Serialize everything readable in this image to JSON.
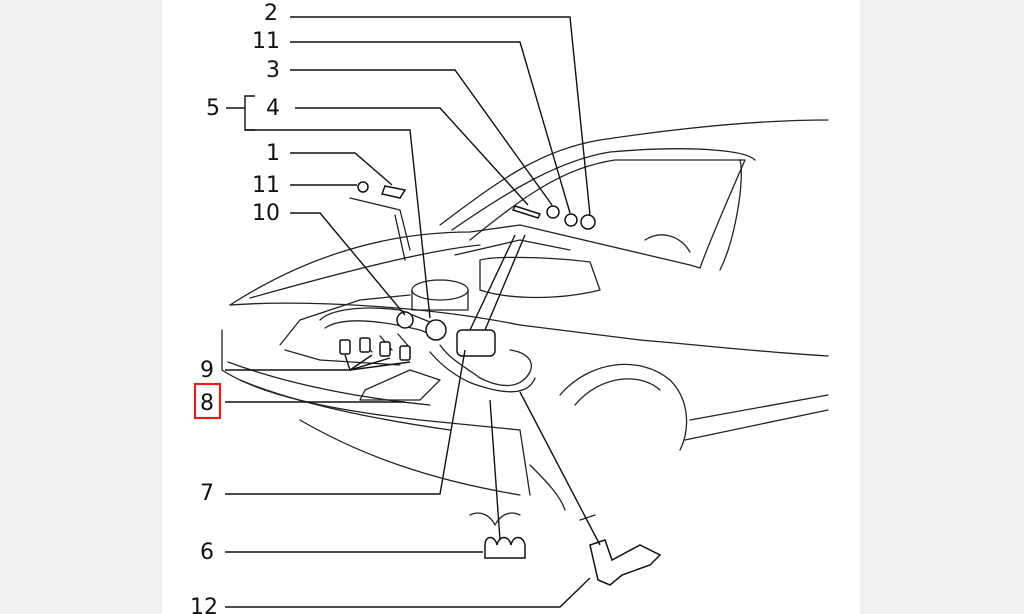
{
  "callouts": [
    {
      "id": "2",
      "text": "2"
    },
    {
      "id": "11a",
      "text": "11"
    },
    {
      "id": "3",
      "text": "3"
    },
    {
      "id": "5",
      "text": "5"
    },
    {
      "id": "4",
      "text": "4"
    },
    {
      "id": "1",
      "text": "1"
    },
    {
      "id": "11b",
      "text": "11"
    },
    {
      "id": "10",
      "text": "10"
    },
    {
      "id": "9",
      "text": "9"
    },
    {
      "id": "8",
      "text": "8",
      "highlighted": true
    },
    {
      "id": "7",
      "text": "7"
    },
    {
      "id": "6",
      "text": "6"
    },
    {
      "id": "12",
      "text": "12"
    }
  ],
  "colors": {
    "line": "#111111",
    "highlight": "#dd2222",
    "page": "#ffffff",
    "background": "#f0f0f0"
  }
}
